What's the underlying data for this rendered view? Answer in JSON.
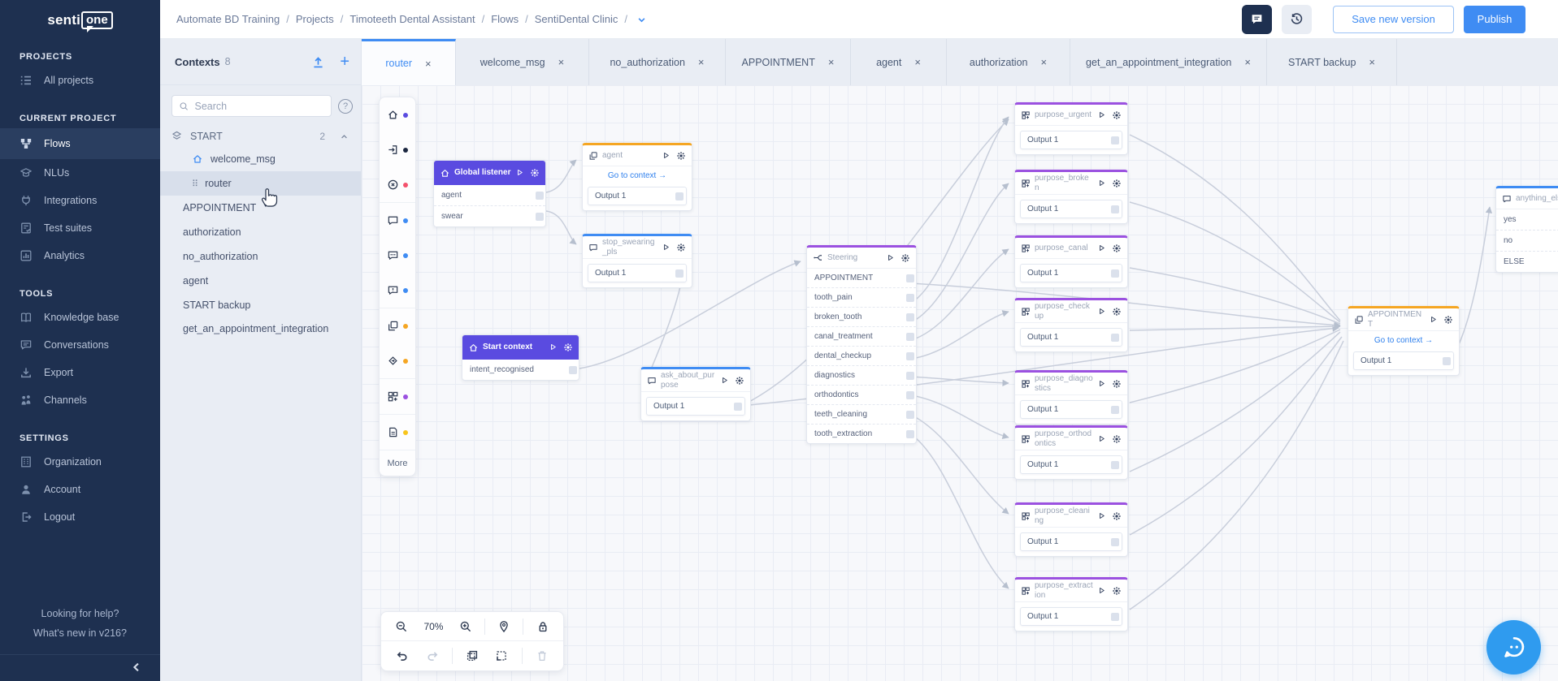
{
  "colors": {
    "accent_blue": "#3f8cf3",
    "indigo": "#5a4be0",
    "orange": "#f5a623",
    "violet": "#9b51e0",
    "red": "#f4516c",
    "yellow": "#f8c51c",
    "sidebar_bg": "#1e3050",
    "edge": "#c8cedb"
  },
  "icons": {
    "close": "×",
    "plus": "+",
    "help": "?",
    "drag": "⠿",
    "arrow_right": "→"
  },
  "logo": {
    "senti": "senti",
    "one": "one"
  },
  "topbar": {
    "breadcrumb": [
      "Automate BD Training",
      "Projects",
      "Timoteeth Dental Assistant",
      "Flows",
      "SentiDental Clinic"
    ],
    "save_button": "Save new version",
    "publish_button": "Publish"
  },
  "sidebar": {
    "sections": [
      {
        "title": "PROJECTS"
      },
      {
        "title": "CURRENT PROJECT"
      },
      {
        "title": "TOOLS"
      },
      {
        "title": "SETTINGS"
      }
    ],
    "items": {
      "all_projects": "All projects",
      "flows": "Flows",
      "nlus": "NLUs",
      "integrations": "Integrations",
      "test_suites": "Test suites",
      "analytics": "Analytics",
      "knowledge_base": "Knowledge base",
      "conversations": "Conversations",
      "export": "Export",
      "channels": "Channels",
      "organization": "Organization",
      "account": "Account",
      "logout": "Logout"
    },
    "help": "Looking for help?",
    "whats_new": "What's new in v216?"
  },
  "contexts": {
    "title": "Contexts",
    "count": "8",
    "search_placeholder": "Search",
    "start_group": {
      "name": "START",
      "count": "2"
    },
    "start_items": [
      "welcome_msg",
      "router"
    ],
    "items": [
      "APPOINTMENT",
      "authorization",
      "no_authorization",
      "agent",
      "START backup",
      "get_an_appointment_integration"
    ]
  },
  "tabs": [
    {
      "label": "router"
    },
    {
      "label": "welcome_msg"
    },
    {
      "label": "no_authorization"
    },
    {
      "label": "APPOINTMENT"
    },
    {
      "label": "agent"
    },
    {
      "label": "authorization"
    },
    {
      "label": "get_an_appointment_integration"
    },
    {
      "label": "START backup"
    }
  ],
  "palette": {
    "more": "More"
  },
  "nodes": {
    "global_listener": {
      "title": "Global listener",
      "rows": [
        "agent",
        "swear"
      ]
    },
    "agent": {
      "title": "agent",
      "link": "Go to context",
      "output": "Output 1"
    },
    "stop_swearing": {
      "title": "stop_swearing_pls",
      "output": "Output 1"
    },
    "start_context": {
      "title": "Start context",
      "rows": [
        "intent_recognised"
      ]
    },
    "ask_about_purpose": {
      "title": "ask_about_purpose",
      "output": "Output 1"
    },
    "steering": {
      "title": "Steering",
      "rows": [
        "APPOINTMENT",
        "tooth_pain",
        "broken_tooth",
        "canal_treatment",
        "dental_checkup",
        "diagnostics",
        "orthodontics",
        "teeth_cleaning",
        "tooth_extraction"
      ]
    },
    "purposes": [
      {
        "title": "purpose_urgent",
        "output": "Output 1"
      },
      {
        "title": "purpose_broken",
        "output": "Output 1"
      },
      {
        "title": "purpose_canal",
        "output": "Output 1"
      },
      {
        "title": "purpose_checkup",
        "output": "Output 1"
      },
      {
        "title": "purpose_diagnostics",
        "output": "Output 1"
      },
      {
        "title": "purpose_orthodontics",
        "output": "Output 1"
      },
      {
        "title": "purpose_cleaning",
        "output": "Output 1"
      },
      {
        "title": "purpose_extraction",
        "output": "Output 1"
      }
    ],
    "appointment": {
      "title": "APPOINTMENT",
      "link": "Go to context",
      "output": "Output 1"
    },
    "anything_else": {
      "title": "anything_else",
      "rows": [
        "yes",
        "no",
        "ELSE"
      ]
    }
  },
  "canvas_toolbar": {
    "zoom_level": "70%"
  }
}
